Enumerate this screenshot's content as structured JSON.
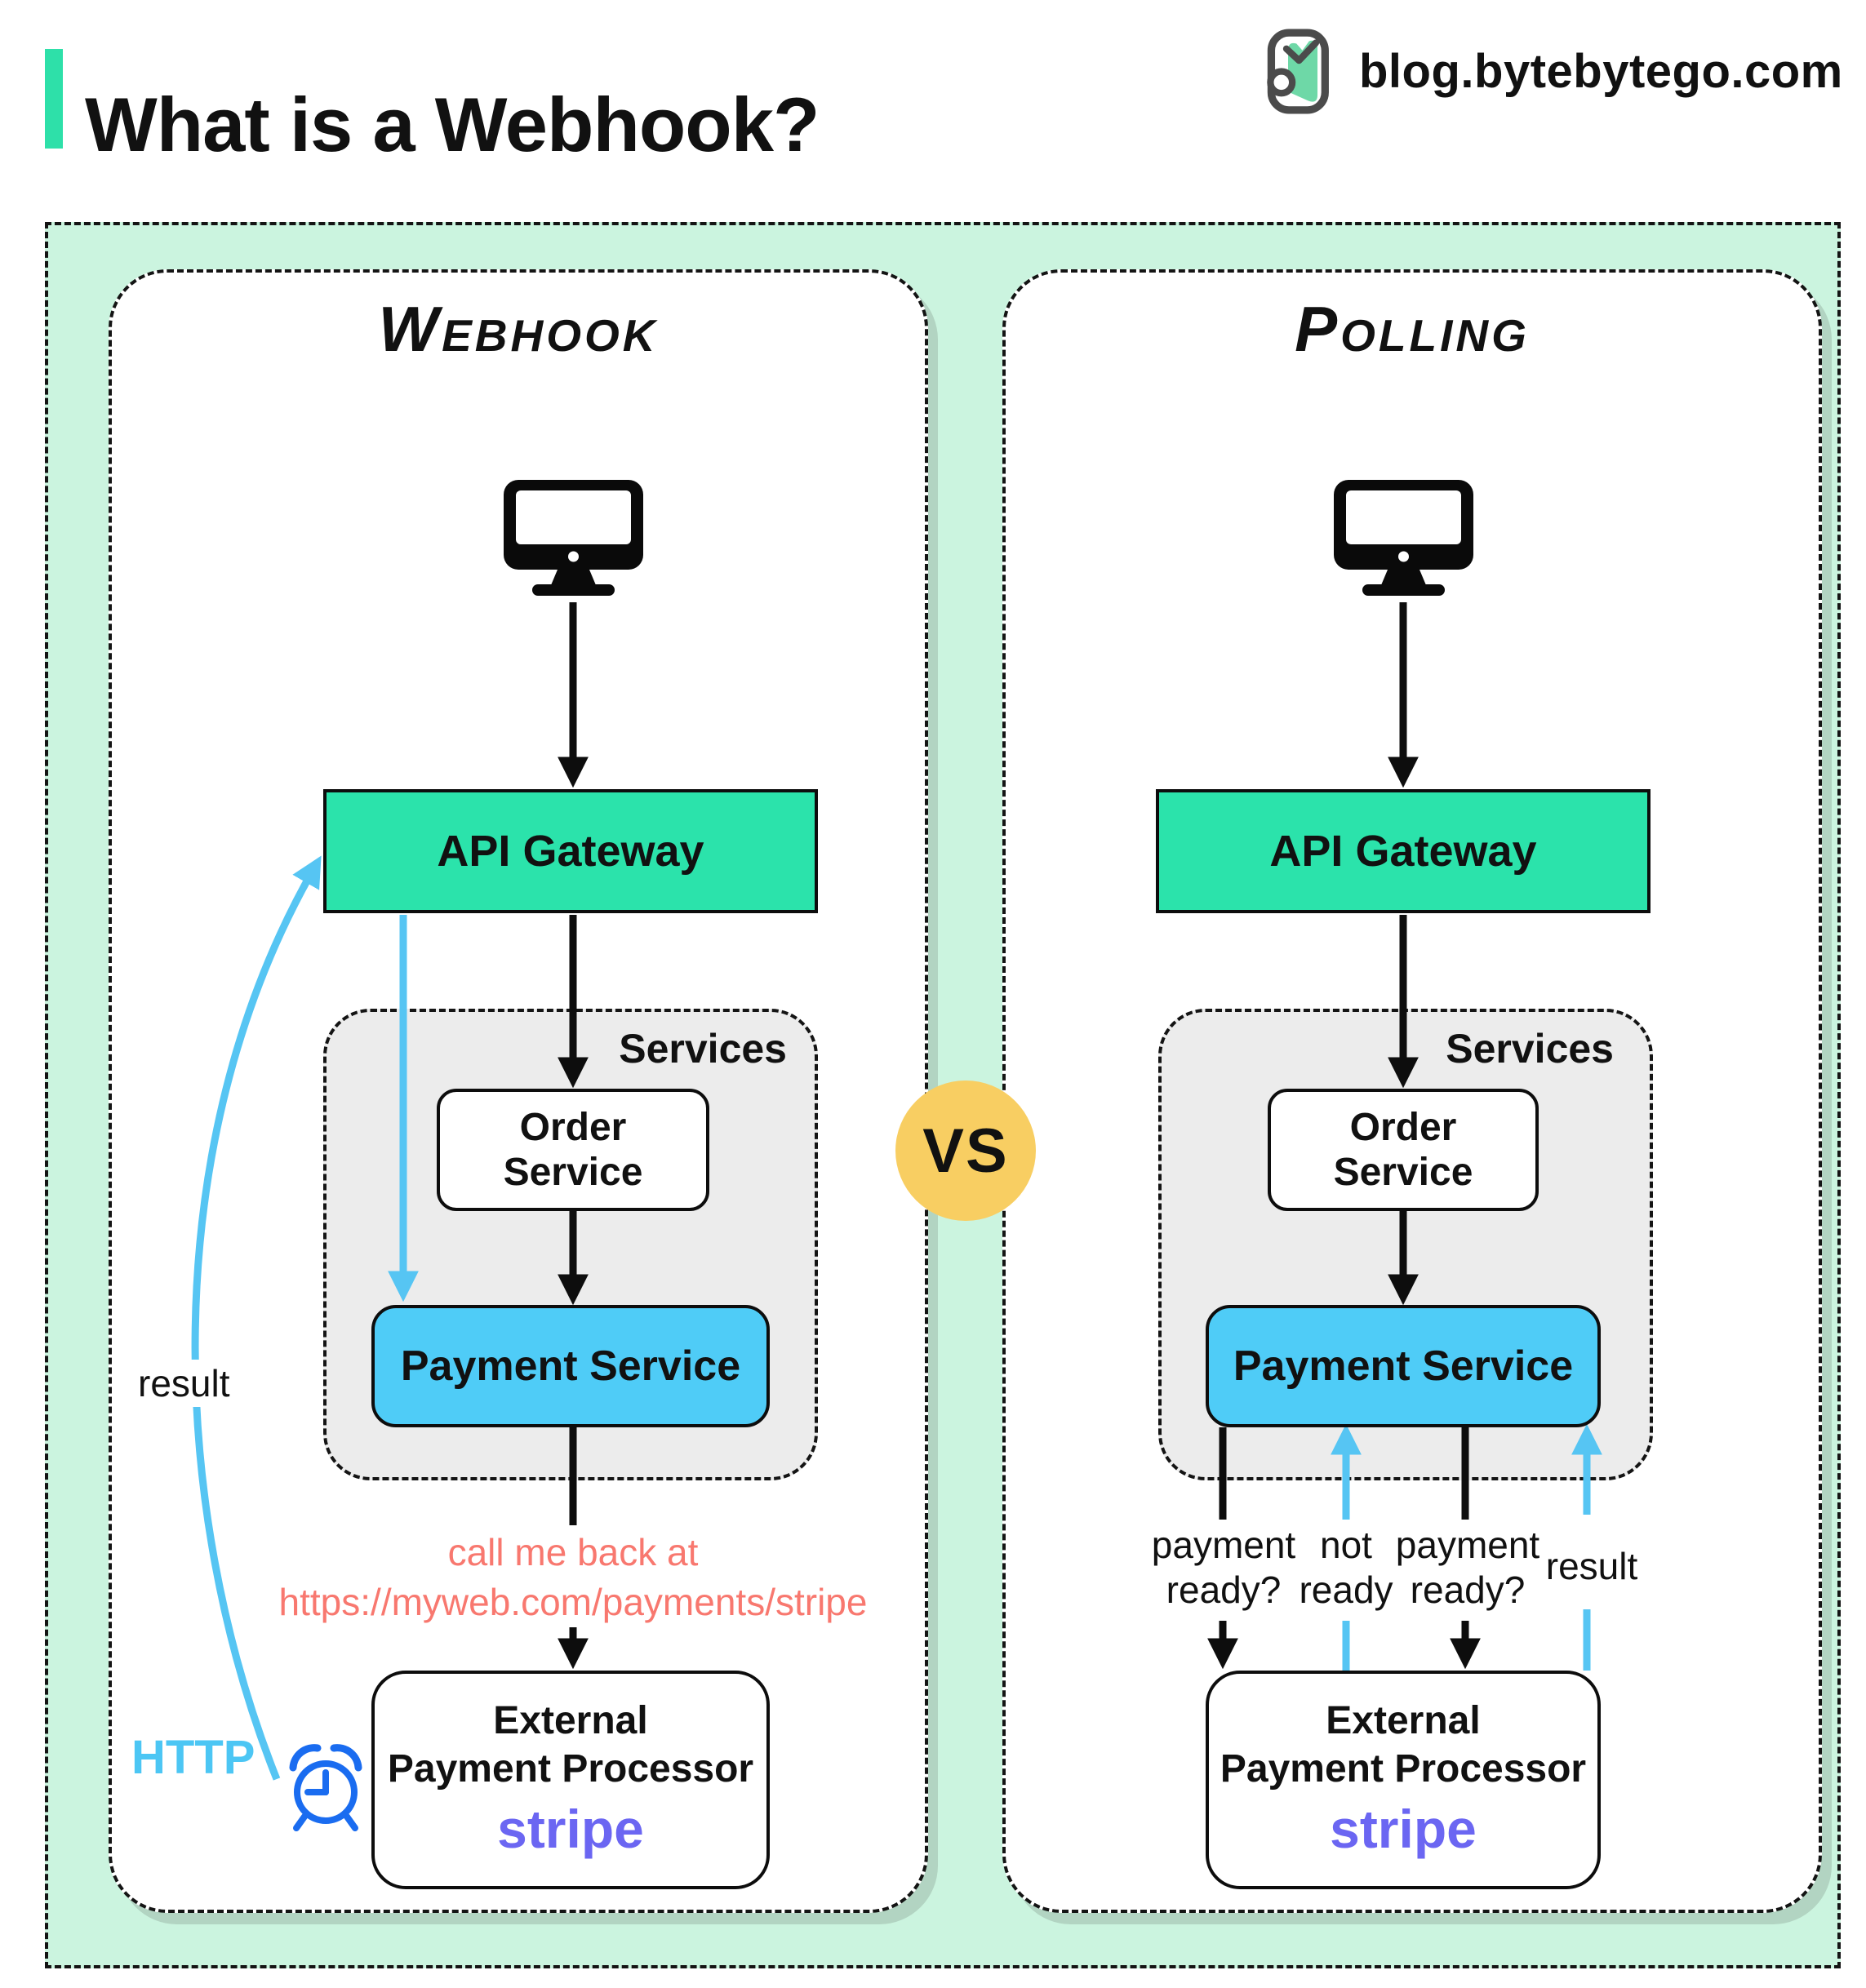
{
  "header": {
    "title": "What is a Webhook?",
    "site": "blog.bytebytego.com"
  },
  "vs_label": "VS",
  "colors": {
    "accent_teal": "#2ee0a9",
    "mint_background": "#cbf4df",
    "api_gateway_fill": "#2be3ab",
    "payment_service_fill": "#4fccf7",
    "blue_arrow": "#56c5f3",
    "alarm_clock_blue": "#1a6cf0",
    "callback_salmon": "#f8786f",
    "stripe_purple": "#6b66f2",
    "vs_yellow": "#f8ce62",
    "services_gray": "#ececec"
  },
  "webhook": {
    "title": "Webhook",
    "api_gateway_label": "API Gateway",
    "services_label": "Services",
    "order_line1": "Order",
    "order_line2": "Service",
    "payment_label": "Payment Service",
    "callback_line1": "call me back at",
    "callback_line2": "https://myweb.com/payments/stripe",
    "result_label": "result",
    "http_label": "HTTP",
    "external_line1": "External",
    "external_line2": "Payment Processor",
    "external_brand": "stripe"
  },
  "polling": {
    "title": "Polling",
    "api_gateway_label": "API Gateway",
    "services_label": "Services",
    "order_line1": "Order",
    "order_line2": "Service",
    "payment_label": "Payment Service",
    "ask1_line1": "payment",
    "ask1_line2": "ready?",
    "reply1_line1": "not",
    "reply1_line2": "ready",
    "ask2_line1": "payment",
    "ask2_line2": "ready?",
    "result_label": "result",
    "external_line1": "External",
    "external_line2": "Payment Processor",
    "external_brand": "stripe"
  }
}
